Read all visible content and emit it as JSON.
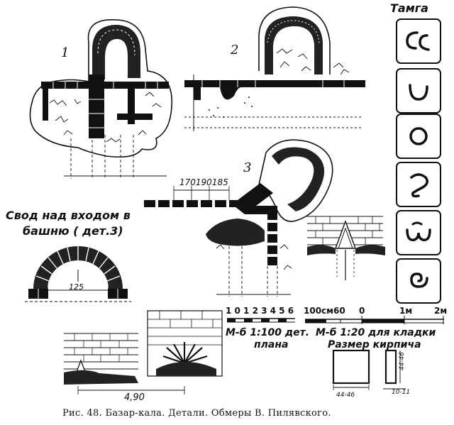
{
  "labels": {
    "fig1": "1",
    "fig2": "2",
    "fig3": "3",
    "tamga_title": "Тамга",
    "vault_title_line1": "Свод над входом в",
    "vault_title_line2": "башню ( дет.3)",
    "vault_width": "125",
    "brick_sizes": "170190185",
    "bottom_width": "4,90",
    "scale1_numbers": "1 0 1 2 3 4 5 6",
    "scale1_text_line1": "М-б 1:100 дет.",
    "scale1_text_line2": "плана",
    "scale2_left": "100см60",
    "scale2_zero": "0",
    "scale2_1m": "1м",
    "scale2_2m": "2м",
    "scale2_text": "М-б 1:20 для кладки",
    "brick_title": "Размер кирпича",
    "brick_dim_a": "44-46",
    "brick_dim_b": "44-46",
    "brick_dim_c": "10-11",
    "caption": "Рис. 48. Базар-кала. Детали. Обмеры В. Пилявского."
  },
  "tamga_icons": [
    "double-c-tamga-icon",
    "u-shape-tamga-icon",
    "ring-tamga-icon",
    "s-hook-tamga-icon",
    "omega-tamga-icon",
    "spiral-tamga-icon"
  ]
}
